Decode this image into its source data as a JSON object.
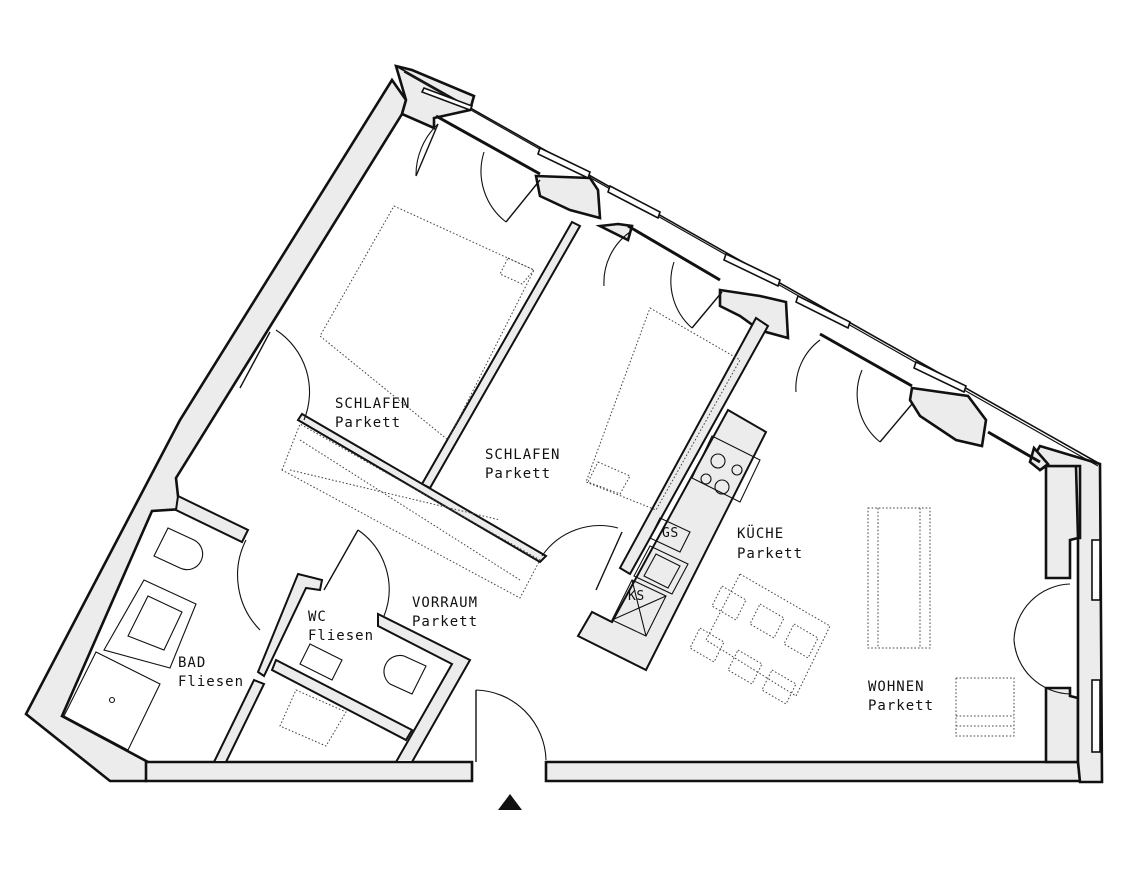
{
  "rooms": [
    {
      "name": "SCHLAFEN",
      "floor": "Parkett"
    },
    {
      "name": "SCHLAFEN",
      "floor": "Parkett"
    },
    {
      "name": "KÜCHE",
      "floor": "Parkett"
    },
    {
      "name": "WOHNEN",
      "floor": "Parkett"
    },
    {
      "name": "VORRAUM",
      "floor": "Parkett"
    },
    {
      "name": "WC",
      "floor": "Fliesen"
    },
    {
      "name": "BAD",
      "floor": "Fliesen"
    }
  ],
  "appliances": {
    "gs": "GS",
    "ks": "KS"
  },
  "entrance_marker": "entrance-arrow"
}
